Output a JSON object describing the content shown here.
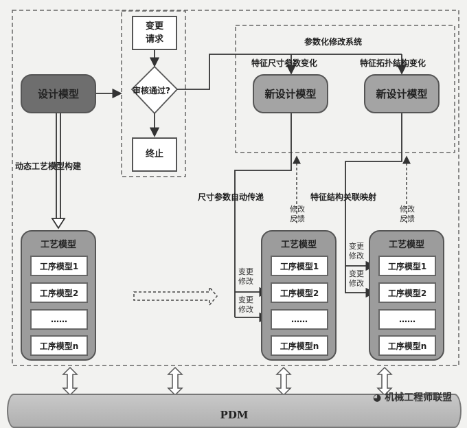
{
  "review": {
    "request": "变更请求",
    "decision": "审核通过?",
    "stop": "终止"
  },
  "design_model": "设计模型",
  "param_system": {
    "title": "参数化修改系统",
    "left_label": "特征尺寸参数变化",
    "right_label": "特征拓扑结构变化",
    "new_model": "新设计模型"
  },
  "labels": {
    "dynamic_build": "动态工艺模型构建",
    "dim_transfer": "尺寸参数自动传递",
    "feature_mapping": "特征结构关联映射",
    "feedback": "修改反馈",
    "change_modify": "变更修改"
  },
  "process_model": {
    "title": "工艺模型",
    "steps": [
      "工序模型1",
      "工序模型2",
      "……",
      "工序模型n"
    ]
  },
  "pdm": "PDM",
  "watermark": "机械工程师联盟"
}
